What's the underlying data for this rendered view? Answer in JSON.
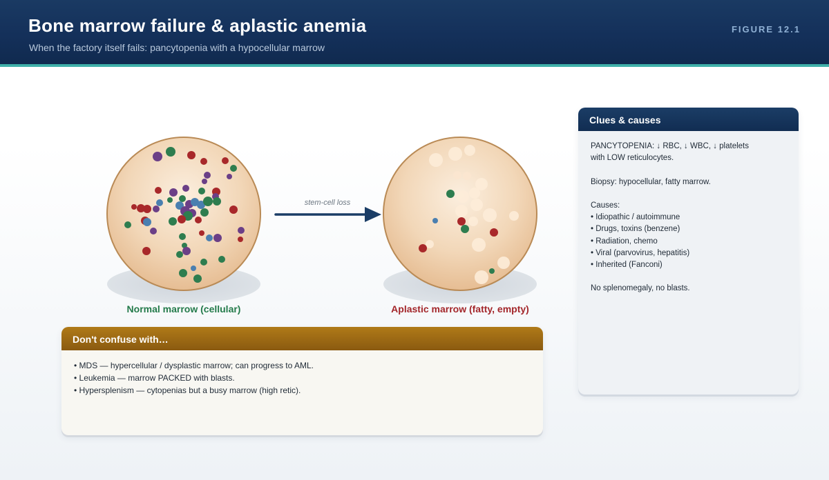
{
  "header": {
    "title": "Bone marrow failure & aplastic anemia",
    "subtitle": "When the factory itself fails: pancytopenia with a hypocellular marrow",
    "figure_label": "FIGURE 12.1"
  },
  "diagram": {
    "arrow_label": "stem-cell loss",
    "normal_caption": "Normal marrow (cellular)",
    "aplastic_caption": "Aplastic marrow (fatty, empty)"
  },
  "colors": {
    "navy": "#14305a",
    "teal": "#3fb0a9",
    "green": "#237a4a",
    "red": "#a3262a",
    "purple": "#6b3f87",
    "blue": "#4a7fb0",
    "amber": "#a06c14"
  },
  "clues": {
    "title": "Clues & causes",
    "lines": [
      "PANCYTOPENIA: ↓ RBC, ↓ WBC, ↓ platelets",
      "with LOW reticulocytes.",
      "",
      "Biopsy: hypocellular, fatty marrow.",
      "",
      "Causes:",
      "• Idiopathic / autoimmune",
      "• Drugs, toxins (benzene)",
      "• Radiation, chemo",
      "• Viral (parvovirus, hepatitis)",
      "• Inherited (Fanconi)",
      "",
      "No splenomegaly, no blasts."
    ]
  },
  "confuse": {
    "title": "Don't confuse with…",
    "lines": [
      "• MDS — hypercellular / dysplastic marrow; can progress to AML.",
      "• Leukemia — marrow PACKED with blasts.",
      "• Hypersplenism — cytopenias but a busy marrow (high retic)."
    ]
  }
}
